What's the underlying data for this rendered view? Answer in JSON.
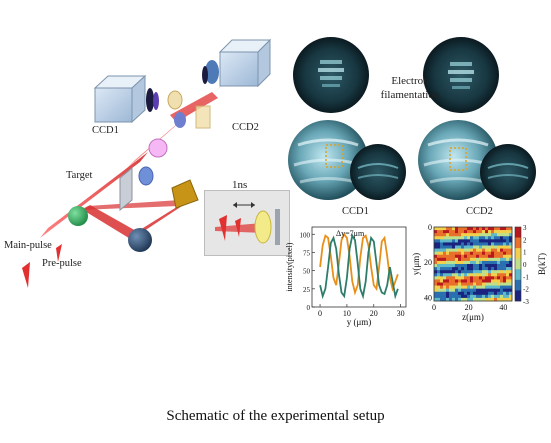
{
  "labels": {
    "ccd1_camera": "CCD1",
    "ccd2_camera": "CCD2",
    "target": "Target",
    "main_pulse": "Main-pulse",
    "pre_pulse": "Pre-pulse",
    "delay": "1ns",
    "electron_filamentation": "Electron filamentation",
    "ccd1_panel": "CCD1",
    "ccd2_panel": "CCD2"
  },
  "caption": "Schematic of the experimental setup",
  "chart_data": [
    {
      "type": "line",
      "title": "",
      "annotation": "Δy=7μm",
      "xlabel": "y (μm)",
      "ylabel": "intensity(pixel)",
      "xlim": [
        -3,
        32
      ],
      "ylim": [
        0,
        110
      ],
      "xticks": [
        0,
        10,
        20,
        30
      ],
      "yticks": [
        0,
        25,
        50,
        75,
        100
      ],
      "series": [
        {
          "color": "#e8901a",
          "x": [
            0,
            1,
            2,
            3,
            4,
            5,
            6,
            7,
            8,
            9,
            10,
            11,
            12,
            13,
            14,
            15,
            16,
            17,
            18,
            19,
            20,
            21,
            22,
            23,
            24,
            25,
            26,
            27,
            28,
            29
          ],
          "values": [
            55,
            85,
            98,
            95,
            70,
            40,
            30,
            60,
            92,
            100,
            95,
            70,
            35,
            20,
            30,
            68,
            95,
            98,
            85,
            55,
            30,
            25,
            55,
            90,
            95,
            70,
            40,
            25,
            35,
            45
          ]
        },
        {
          "color": "#2e7d6b",
          "x": [
            0,
            1,
            2,
            3,
            4,
            5,
            6,
            7,
            8,
            9,
            10,
            11,
            12,
            13,
            14,
            15,
            16,
            17,
            18,
            19,
            20,
            21,
            22,
            23,
            24,
            25,
            26,
            27,
            28,
            29
          ],
          "values": [
            30,
            15,
            25,
            55,
            88,
            95,
            80,
            45,
            20,
            15,
            40,
            80,
            98,
            92,
            60,
            25,
            15,
            35,
            75,
            95,
            90,
            60,
            30,
            20,
            18,
            30,
            55,
            35,
            15,
            25
          ]
        }
      ]
    },
    {
      "type": "heatmap",
      "xlabel": "z(μm)",
      "ylabel": "y(μm)",
      "colorbar_label": "B(kT)",
      "xlim": [
        0,
        45
      ],
      "ylim": [
        0,
        42
      ],
      "xticks": [
        0,
        20,
        40
      ],
      "yticks": [
        0,
        20,
        40
      ],
      "colorbar_ticks": [
        3,
        2,
        1,
        0,
        -1,
        -2,
        -3
      ],
      "colorbar_range": [
        -3,
        3
      ],
      "colors": [
        "#1a237e",
        "#2a6fb0",
        "#5fb9c9",
        "#bfe08a",
        "#f2d04b",
        "#e8702a",
        "#b8181e"
      ]
    }
  ]
}
